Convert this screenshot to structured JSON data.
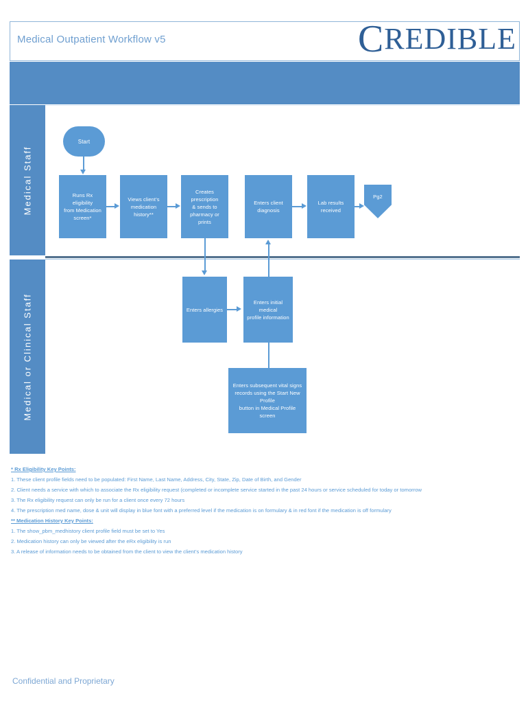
{
  "header": {
    "doc_title": "Medical Outpatient Workflow v5",
    "logo_first_letter": "C",
    "logo_rest": "REDIBLE",
    "logo_full": "CREDIBLE"
  },
  "colors": {
    "band_blue": "#548cc4",
    "node_blue": "#5b9bd5",
    "title_text": "#6f9fd0",
    "logo_blue": "#2f5f96",
    "note_text": "#5b9bd5",
    "lane_divider": "#53728f"
  },
  "lanes": [
    {
      "label": "Medical Staff"
    },
    {
      "label": "Medical or Clinical Staff"
    }
  ],
  "nodes": {
    "start": {
      "label": "Start"
    },
    "rx_elig": {
      "line1": "Runs Rx eligibility",
      "line2": "from Medication",
      "line3": "screen*"
    },
    "view_hist": {
      "line1": "Views client’s",
      "line2": "medication",
      "line3": "history**"
    },
    "create_rx": {
      "line1": "Creates prescription",
      "line2": "& sends to",
      "line3": "pharmacy or prints"
    },
    "diagnosis": {
      "line1": "Enters client",
      "line2": "diagnosis"
    },
    "lab_results": {
      "line1": "Lab results received"
    },
    "pg2": {
      "label": "Pg2"
    },
    "allergies": {
      "line1": "Enters allergies"
    },
    "initial_prof": {
      "line1": "Enters initial medical",
      "line2": "profile information"
    },
    "vitals": {
      "line1": "Enters subsequent vital signs",
      "line2": "records using the Start New Profile",
      "line3": "button in Medical Profile screen"
    }
  },
  "notes": {
    "rx_heading": "* Rx Eligibility Key Points:",
    "rx_items": [
      "1. These client profile fields need to be populated:  First Name, Last Name, Address, City, State, Zip, Date of Birth, and Gender",
      "2. Client needs a service with which to associate the Rx eligibility request (completed or incomplete service started in the past 24 hours or service scheduled for today or tomorrow",
      "3. The Rx eligibility request can only be run for a client once every 72 hours",
      "4. The prescription med name, dose & unit will display in blue font with a preferred level if the medication is on formulary & in red font if the medication is off formulary"
    ],
    "mh_heading": "** Medication History Key Points:",
    "mh_items": [
      "1. The show_pbm_medhistory client profile field must be set to Yes",
      "2. Medication history can only be viewed after the eRx eligibility is run",
      "3. A release of information needs to be obtained from the client to view the client’s medication history"
    ]
  },
  "footer": {
    "text": "Confidential and Proprietary"
  }
}
